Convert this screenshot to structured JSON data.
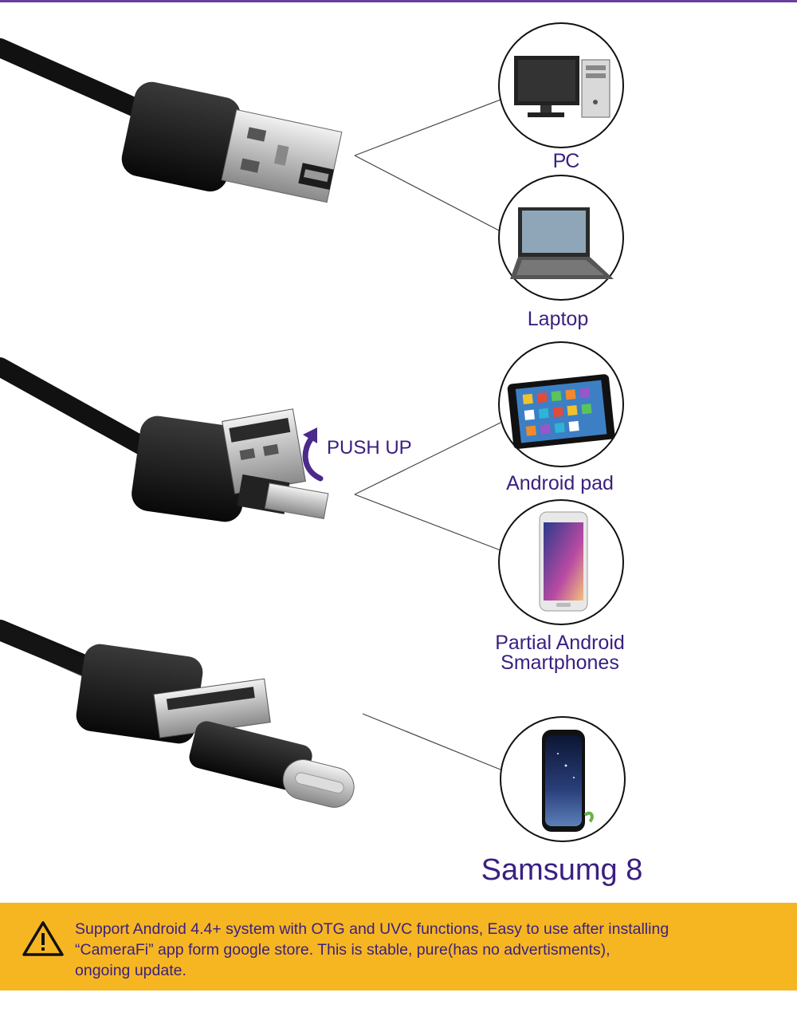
{
  "devices": {
    "pc": "PC",
    "laptop": "Laptop",
    "android_pad": "Android pad",
    "partial_android_line1": "Partial Android",
    "partial_android_line2": "Smartphones",
    "samsung": "Samsumg 8"
  },
  "connector_hint": "PUSH UP",
  "notice": {
    "line1": "Support Android 4.4+ system with OTG and UVC functions, Easy to use after installing",
    "line2": "“CameraFi” app form google store. This is stable, pure(has no advertisments),",
    "line3": "ongoing update."
  },
  "colors": {
    "label_text": "#3b2080",
    "notice_background": "#f6b622",
    "accent_purple": "#6a3fa0"
  },
  "icons": [
    "warning-icon",
    "push-up-arrow-icon",
    "pc-icon",
    "laptop-icon",
    "tablet-icon",
    "smartphone-icon",
    "samsung-phone-icon"
  ]
}
